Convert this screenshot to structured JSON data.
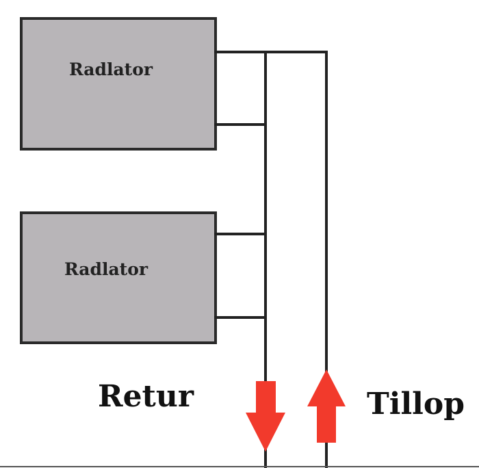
{
  "radiators": [
    {
      "label": "Radlator"
    },
    {
      "label": "Radlator"
    }
  ],
  "labels": {
    "return": "Retur",
    "supply": "Tillop"
  },
  "colors": {
    "radiator_fill": "#b8b5b8",
    "pipe": "#222222",
    "arrow": "#f23a2c",
    "background": "#ffffff"
  }
}
